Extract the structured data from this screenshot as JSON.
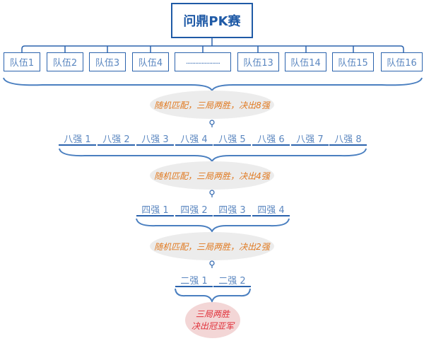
{
  "title": "问鼎PK赛",
  "teams": [
    "队伍1",
    "队伍2",
    "队伍3",
    "队伍4",
    "......................",
    "队伍13",
    "队伍14",
    "队伍15",
    "队伍16"
  ],
  "rounds": [
    {
      "rule": "随机匹配，三局两胜，决出8强",
      "slots": [
        "八强 1",
        "八强 2",
        "八强 3",
        "八强 4",
        "八强 5",
        "八强 6",
        "八强 7",
        "八强 8"
      ]
    },
    {
      "rule": "随机匹配，三局两胜，决出4强",
      "slots": [
        "四强 1",
        "四强 2",
        "四强 3",
        "四强 4"
      ]
    },
    {
      "rule": "随机匹配，三局两胜，决出2强",
      "slots": [
        "二强 1",
        "二强 2"
      ]
    }
  ],
  "final": {
    "line1": "三局两胜",
    "line2": "决出冠亚军"
  },
  "colors": {
    "line": "#2b63ad",
    "rule_text": "#e07a22",
    "final_text": "#e0313b"
  }
}
